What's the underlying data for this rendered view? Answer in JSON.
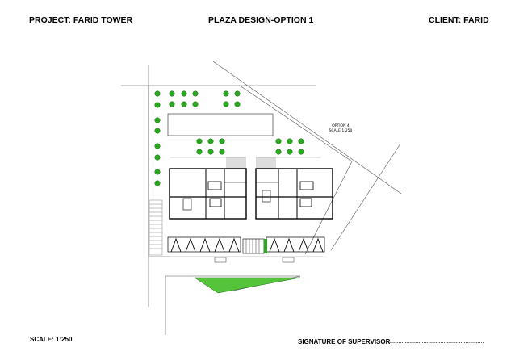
{
  "header": {
    "project": "PROJECT: FARID TOWER",
    "title": "PLAZA DESIGN-OPTION 1",
    "client": "CLIENT:  FARID"
  },
  "plan": {
    "option_label": "OPTION 4",
    "scale_note": "SCALE 1:250"
  },
  "footer": {
    "scale": "SCALE: 1:250",
    "signature_label": "SIGNATURE OF SUPERVISOR",
    "signature_line": "............................................................."
  },
  "colors": {
    "tree_green": "#2aa81e",
    "lawn_green": "#55c43a",
    "wall": "#000000",
    "line": "#555555",
    "shade": "#dddddd"
  }
}
